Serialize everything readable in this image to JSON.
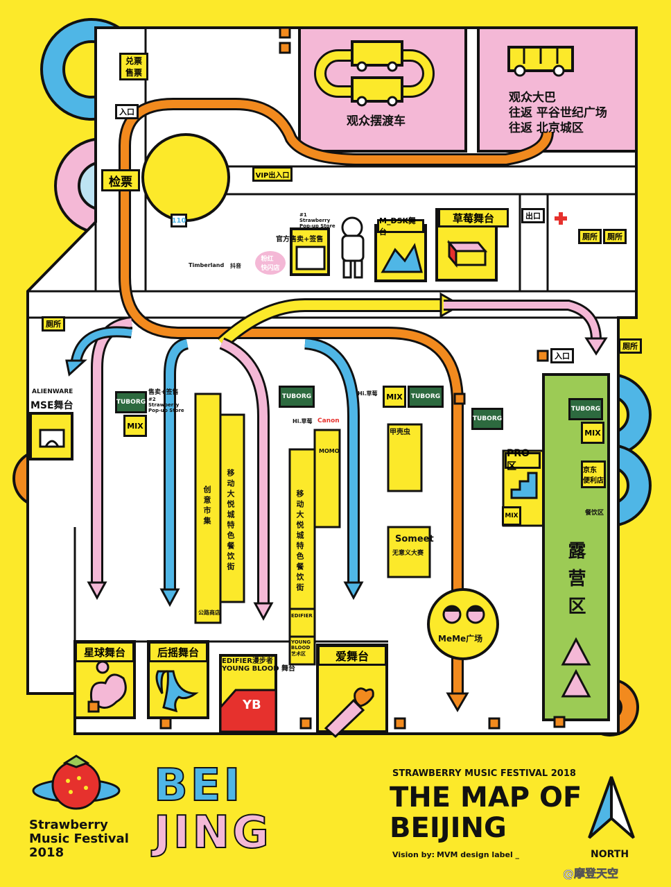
{
  "colors": {
    "yellow": "#FCE92A",
    "orange": "#F28A1E",
    "blue": "#4FB6E6",
    "pink": "#F4B8D6",
    "green": "#9CCB55",
    "red": "#E6312D",
    "black": "#111111",
    "white": "#FFFFFF"
  },
  "areas": {
    "shuttle": "观众摆渡车",
    "bus_line1": "观众大巴",
    "bus_line2": "往返 平谷世纪广场",
    "bus_line3": "往返 北京城区"
  },
  "labels": {
    "ticket_redeem": "兑票\n售票",
    "entrance": "入口",
    "check_ticket": "检票",
    "vip_gate": "VIP出入口",
    "exit": "出口",
    "first_aid": "110",
    "official_store": "官方售卖+签售",
    "popup_store": "#1\nStrawberry\nPop-up Store",
    "fanhong": "粉红\n快闪店",
    "mdsk_stage": "M_DSK舞台",
    "strawberry_stage": "草莓舞台",
    "toilet": "厕所",
    "alienware": "ALIENWARE",
    "mse_stage": "MSE舞台",
    "sale_sign": "售卖+签售",
    "popup_store2": "#2\nStrawberry\nPop-up Store",
    "tuborg": "TUBORG",
    "club_mix": "MIX",
    "creative_market": "创意市集",
    "mobile_food": "移动大悦城特色餐饮街",
    "food_street": "移动大悦城特色餐饮街",
    "hi_caomei": "Hi.草莓",
    "canon": "Canon",
    "momo": "MOMO",
    "jiakechong": "甲壳虫",
    "someet": "Someet",
    "someet_sub": "无意义大赛",
    "edifier": "EDIFIER",
    "young_blood_art": "YOUNG BLOOD 艺术区",
    "road_shop": "公路商店",
    "pro_zone": "PRO区",
    "jd_store": "京东\n便利店",
    "food_zone": "餐饮区",
    "meme": "MeMe广场",
    "camping": "露营区",
    "planet_stage": "星球舞台",
    "back_stage": "后摇舞台",
    "edifier_stage": "EDIFIER漫步者\nYOUNG BLOOD 舞台",
    "yb": "YB",
    "love_stage": "爱舞台",
    "timberland": "Timberland",
    "douyin": "抖音"
  },
  "footer": {
    "brand_line1": "Strawberry",
    "brand_line2": "Music Festival",
    "brand_line3": "2018",
    "big_word1": "BEI",
    "big_word2": "JING",
    "festival": "STRAWBERRY MUSIC FESTIVAL 2018",
    "title1": "THE MAP OF",
    "title2": "BEIJING",
    "vision": "Vision by:",
    "designer": "MVM design label _",
    "north": "NORTH",
    "watermark": "@摩登天空"
  }
}
